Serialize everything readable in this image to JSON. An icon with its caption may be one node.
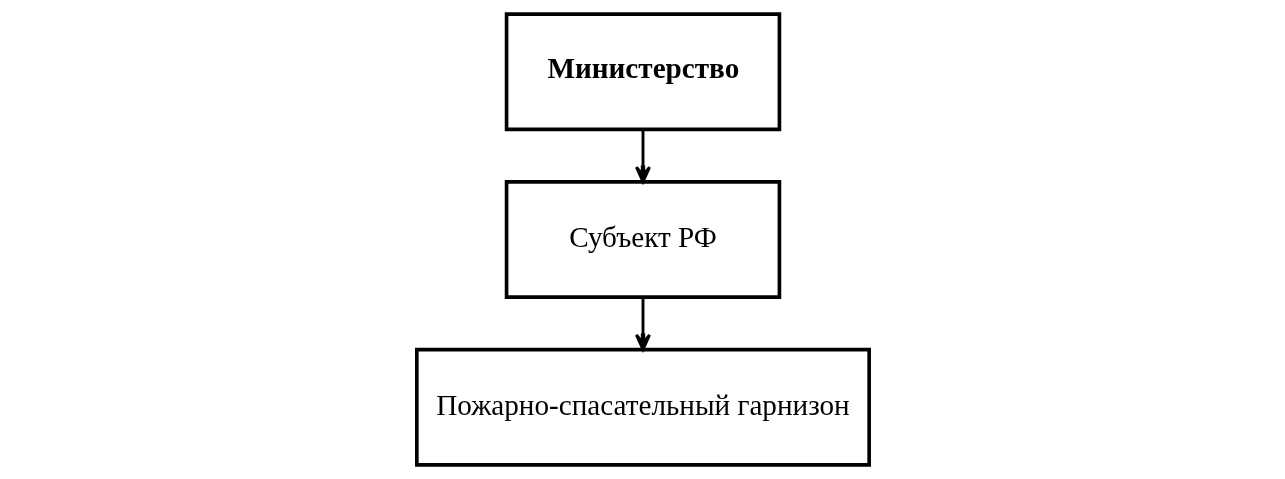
{
  "diagram": {
    "nodes": [
      {
        "text": [
          "Министерство"
        ]
      },
      {
        "text": [
          "Субъект РФ"
        ]
      },
      {
        "text": [
          "Пожарно-спасательный гарнизон"
        ]
      }
    ],
    "edges": [
      {
        "from": 0,
        "to": 1,
        "arrow": "to"
      },
      {
        "from": 1,
        "to": 2,
        "arrow": "to"
      }
    ]
  }
}
